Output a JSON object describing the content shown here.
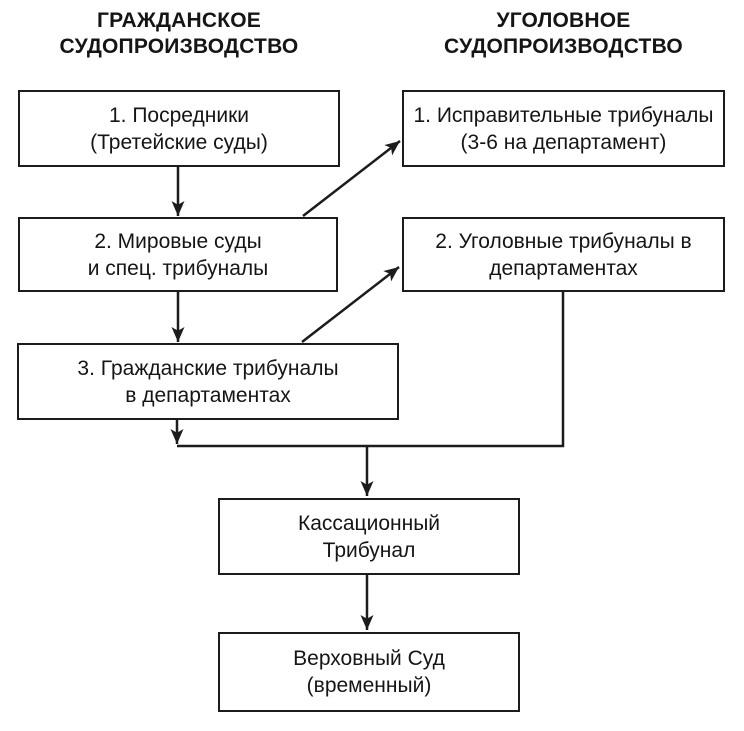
{
  "page": {
    "background": "#ffffff",
    "line_color": "#1c1c1c",
    "text_color": "#151515"
  },
  "headers": {
    "left": {
      "line1": "ГРАЖДАНСКОЕ",
      "line2": "СУДОПРОИЗВОДСТВО"
    },
    "right": {
      "line1": "УГОЛОВНОЕ",
      "line2": "СУДОПРОИЗВОДСТВО"
    }
  },
  "boxes": {
    "civil_1": {
      "line1": "1. Посредники",
      "line2": "(Третейские суды)"
    },
    "criminal_1": {
      "line1": "1. Исправительные трибуналы",
      "line2": "(3-6 на департамент)"
    },
    "civil_2": {
      "line1": "2. Мировые суды",
      "line2": "и спец. трибуналы"
    },
    "criminal_2": {
      "line1": "2. Уголовные трибуналы в",
      "line2": "департаментах"
    },
    "civil_3": {
      "line1": "3. Гражданские трибуналы",
      "line2": "в департаментах"
    },
    "cassation": {
      "line1": "Кассационный",
      "line2": "Трибунал"
    },
    "supreme": {
      "line1": "Верховный Суд",
      "line2": "(временный)"
    }
  }
}
